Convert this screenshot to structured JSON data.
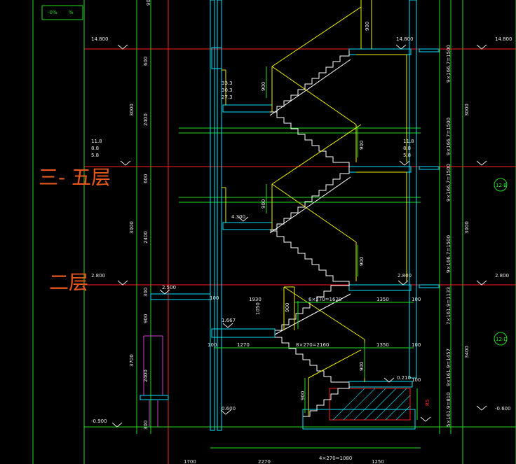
{
  "handwritten_notes": {
    "floors_3_to_5": "三- 五层",
    "floor_2": "二层"
  },
  "title_block_marks": [
    "-0%",
    "%"
  ],
  "elevations_left": [
    "14.800",
    "2.800",
    "-0.900"
  ],
  "elevations_right": [
    "14.800",
    "2.800",
    "-0.600"
  ],
  "elevations_inner": [
    "14.800",
    "2.800",
    "2.500",
    "4.300",
    "1.667",
    "0.600",
    "0.210"
  ],
  "level_stacks_left": [
    {
      "values": [
        "11.8",
        "8.8",
        "5.8"
      ]
    }
  ],
  "level_stacks_inner": [
    {
      "values": [
        "33.3",
        "30.3",
        "27.3"
      ]
    },
    {
      "values": [
        "11.8",
        "8.8",
        "5.8"
      ]
    }
  ],
  "left_vertical_dims": [
    "600",
    "3000",
    "2400",
    "600",
    "3000",
    "2400",
    "900",
    "900",
    "3700",
    "2400",
    "300",
    "300"
  ],
  "right_vertical_dims": [
    "9×166.7=1500",
    "9×166.7=1500",
    "3000",
    "9×166.7=1500",
    "9×166.7=1500",
    "3000",
    "7×161.9=1133",
    "9×161.9=1457",
    "3400",
    "5×161.9=810"
  ],
  "right_dims_extra": [
    "R5"
  ],
  "axis_labels": [
    "12-B",
    "12-D"
  ],
  "horizontal_dims": {
    "upper_landing": [
      "1930",
      "6×270=1620",
      "1350",
      "100"
    ],
    "lower_landing": [
      "100",
      "1270",
      "8×270=2160",
      "1350",
      "100"
    ],
    "bottom": [
      "1700",
      "2270",
      "4×270=1080",
      "1250"
    ]
  },
  "inner_dims": [
    "900",
    "900",
    "900",
    "900",
    "900",
    "900",
    "1050",
    "900",
    "900",
    "100",
    "100"
  ],
  "colors": {
    "background": "#000000",
    "level_line": "#ff2020",
    "grid": "#22dd22",
    "wall": "#00e5ff",
    "stair": "#ffffff",
    "handrail": "#f0f000",
    "text": "#e8e8e8",
    "note": "#e8581c",
    "railing_detail": "#d040d0"
  }
}
